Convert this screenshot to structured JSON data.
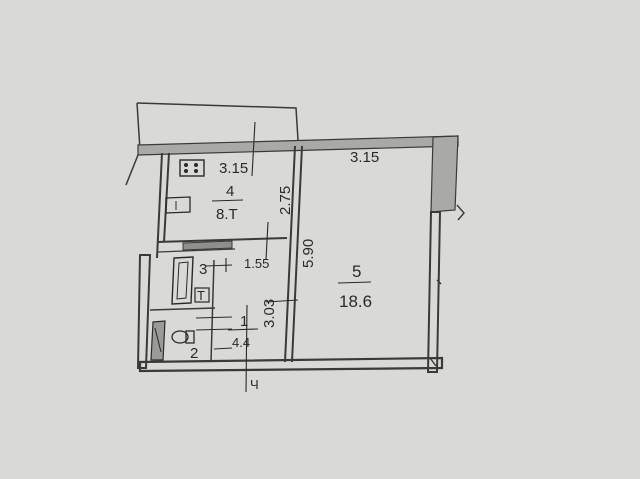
{
  "plan": {
    "colors": {
      "paper": "#d9d9d6",
      "ink": "#2a2a2a",
      "wall_fill": "#a9a9a6"
    },
    "rooms": [
      {
        "number": "4",
        "area": "8.T"
      },
      {
        "number": "5",
        "area": "18.6"
      },
      {
        "number": "1",
        "area": "4.4"
      },
      {
        "number": "3"
      },
      {
        "number": "2"
      }
    ],
    "dimensions": {
      "kitchen_width": "3.15",
      "room_width": "3.15",
      "kitchen_depth": "2.75",
      "room_depth": "5.90",
      "hall_width": "1.55",
      "hall_depth": "3.03"
    },
    "markers": {
      "bath_t": "T",
      "entrance": "Ч"
    }
  }
}
